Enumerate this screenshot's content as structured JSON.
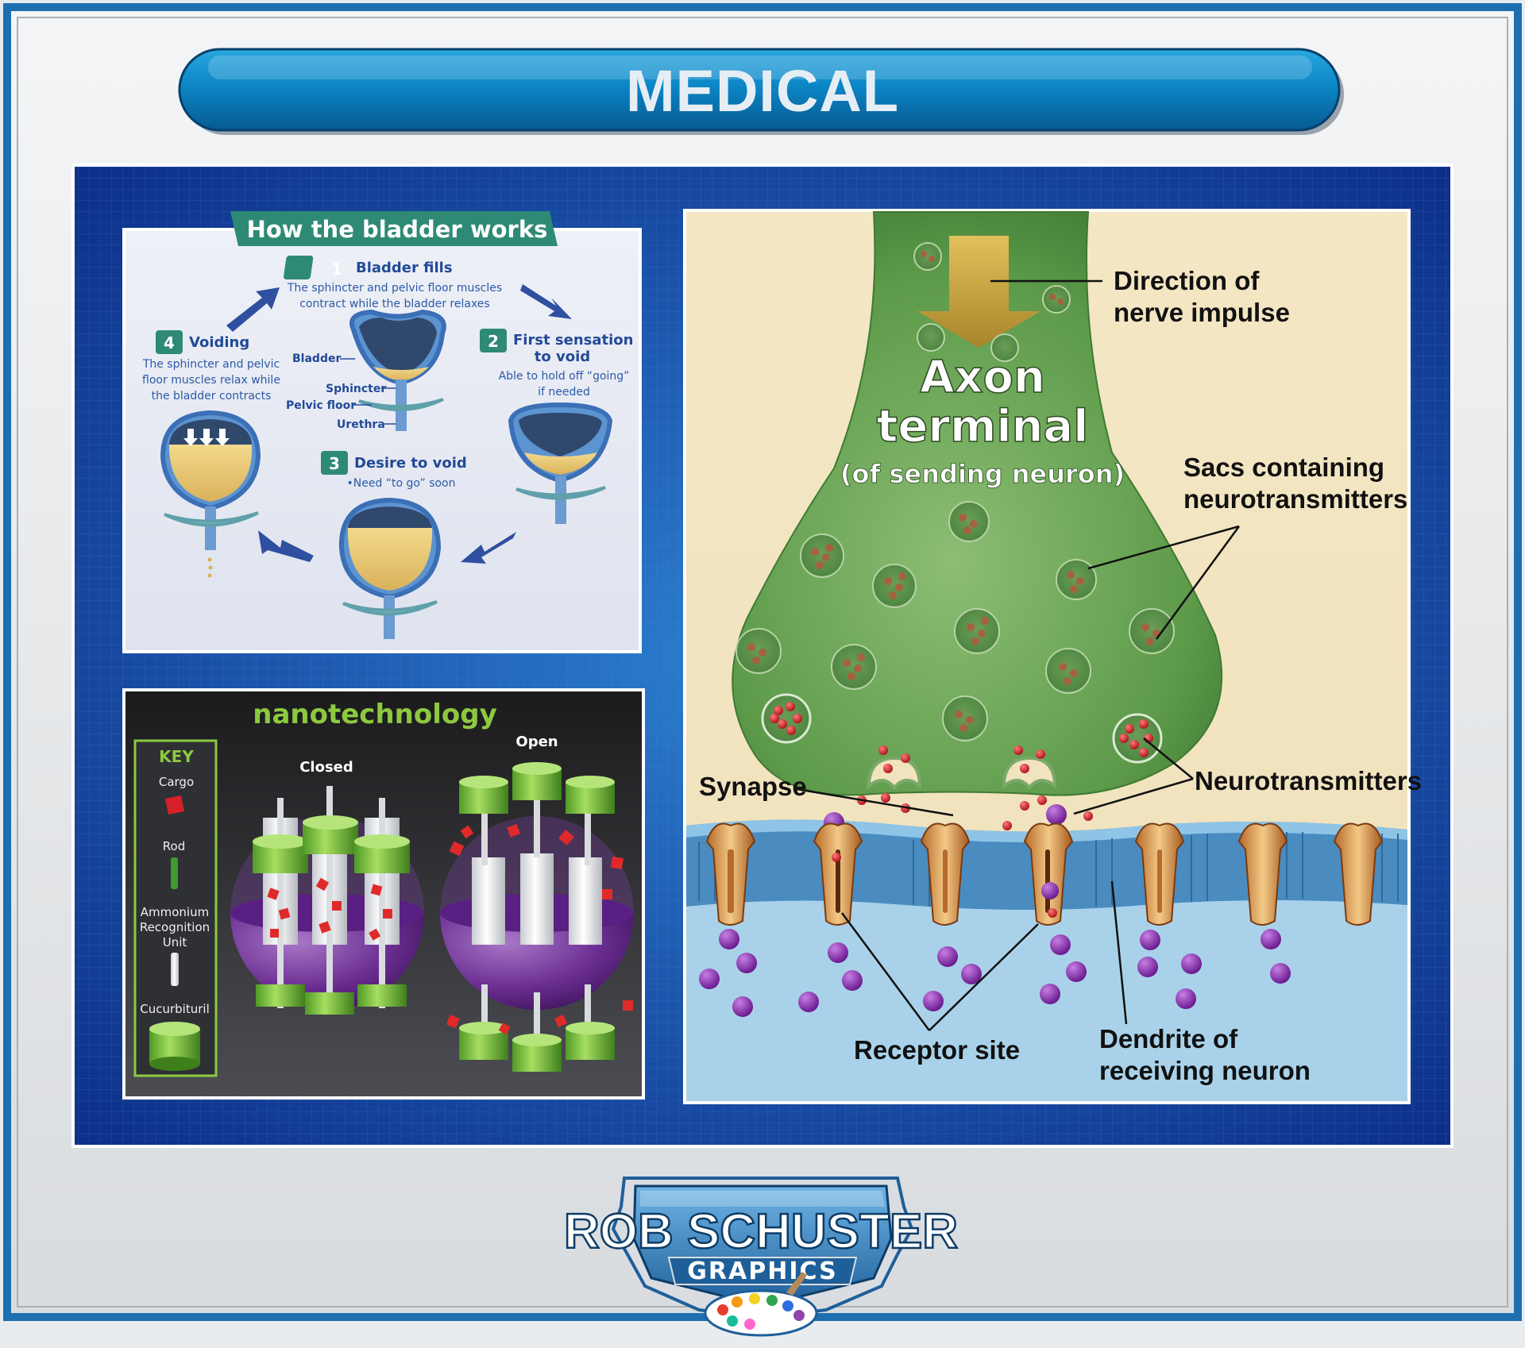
{
  "banner": {
    "title": "MEDICAL"
  },
  "bladder": {
    "title": "How the bladder works",
    "step1": {
      "num": "1",
      "title": "Bladder fills",
      "desc1": "The sphincter and pelvic floor muscles",
      "desc2": "contract while the bladder relaxes"
    },
    "step2": {
      "num": "2",
      "title1": "First sensation",
      "title2": "to void",
      "desc1": "Able to hold off “going”",
      "desc2": "if needed"
    },
    "step3": {
      "num": "3",
      "title": "Desire to void",
      "desc": "•Need “to go” soon"
    },
    "step4": {
      "num": "4",
      "title": "Voiding",
      "desc1": "The sphincter and pelvic",
      "desc2": "floor muscles relax while",
      "desc3": "the bladder contracts"
    },
    "labels": {
      "bladder": "Bladder",
      "sphincter": "Sphincter",
      "pelvic": "Pelvic floor",
      "urethra": "Urethra"
    }
  },
  "nano": {
    "title": "nanotechnology",
    "key": {
      "title": "KEY",
      "cargo": "Cargo",
      "rod": "Rod",
      "aru1": "Ammonium",
      "aru2": "Recognition",
      "aru3": "Unit",
      "cb": "Cucurbituril"
    },
    "closed": "Closed",
    "open": "Open"
  },
  "neuron": {
    "axon1": "Axon",
    "axon2": "terminal",
    "axon3": "(of sending neuron)",
    "direction1": "Direction of",
    "direction2": "nerve impulse",
    "sacs1": "Sacs containing",
    "sacs2": "neurotransmitters",
    "synapse": "Synapse",
    "neurotransmitters": "Neurotransmitters",
    "receptor": "Receptor site",
    "dendrite1": "Dendrite of",
    "dendrite2": "receiving neuron"
  },
  "logo": {
    "line1": "ROB SCHUSTER",
    "line2": "GRAPHICS"
  }
}
